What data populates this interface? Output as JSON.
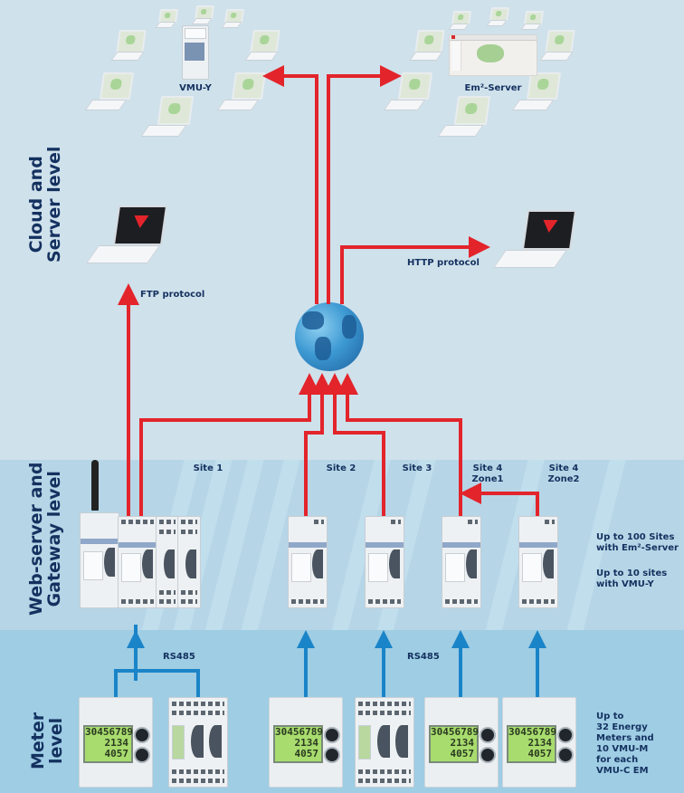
{
  "levels": {
    "cloud": "Cloud and\nServer level",
    "gateway": "Web-server and\nGateway level",
    "meter": "Meter\nlevel"
  },
  "cloud": {
    "vmu_y_label": "VMU-Y",
    "em2_server_label": "Em²-Server",
    "ftp_label": "FTP protocol",
    "http_label": "HTTP protocol"
  },
  "sites": [
    {
      "label": "Site 1"
    },
    {
      "label": "Site 2"
    },
    {
      "label": "Site 3"
    },
    {
      "label": "Site 4\nZone1"
    },
    {
      "label": "Site 4\nZone2"
    }
  ],
  "gateway_notes": {
    "em2": "Up to 100 Sites\nwith Em²-Server",
    "vmu": "Up to 10 sites\nwith VMU-Y"
  },
  "bus_labels": {
    "left": "RS485",
    "right": "RS485"
  },
  "meter_note": "Up to\n32 Energy\nMeters and\n10 VMU-M\nfor each\nVMU-C EM",
  "meter_display": {
    "line1": "30456789",
    "line2": "2134",
    "line3": "4057"
  },
  "colors": {
    "internet_link": "#e3242b",
    "rs485_link": "#1a84c8",
    "text": "#14315f"
  }
}
